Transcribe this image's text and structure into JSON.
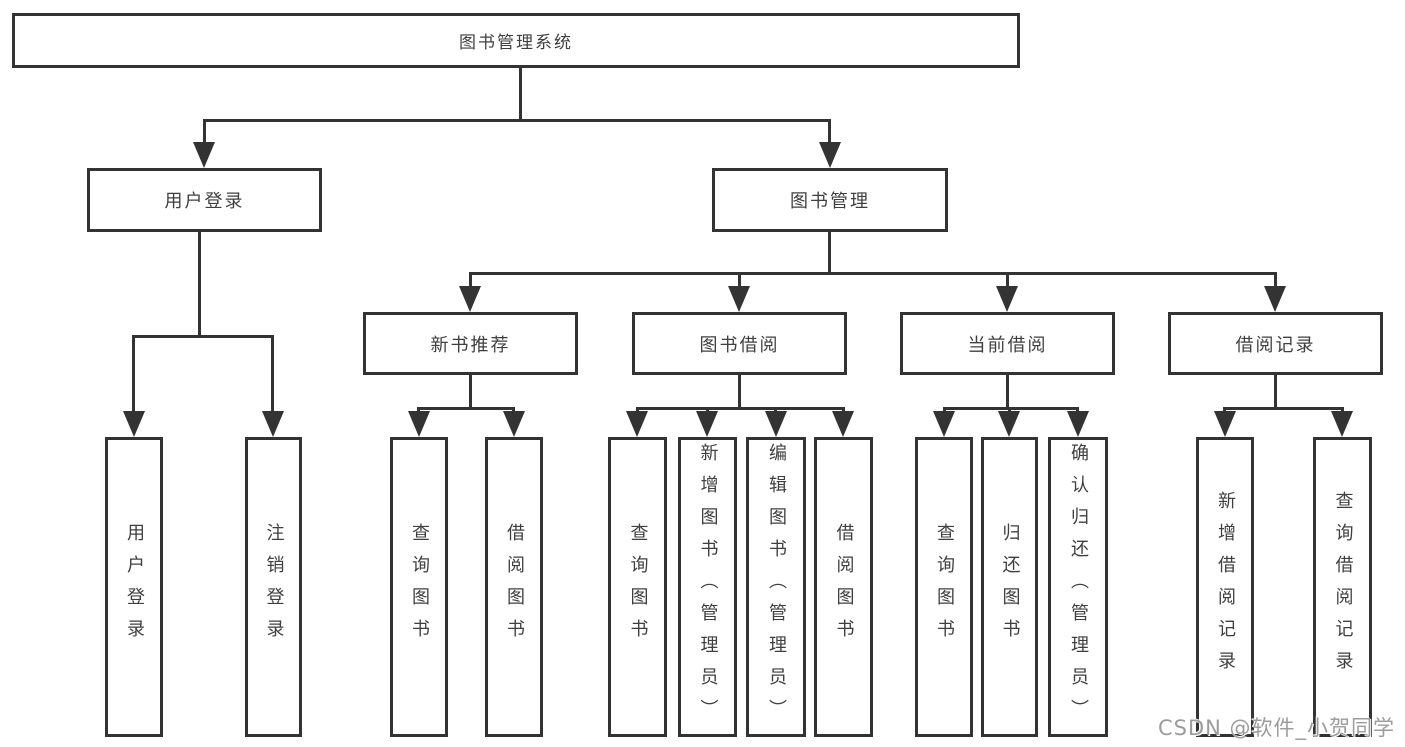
{
  "diagram": {
    "root": {
      "label": "图书管理系统"
    },
    "level2": [
      {
        "label": "用户登录"
      },
      {
        "label": "图书管理"
      }
    ],
    "level3": [
      {
        "label": "新书推荐"
      },
      {
        "label": "图书借阅"
      },
      {
        "label": "当前借阅"
      },
      {
        "label": "借阅记录"
      }
    ],
    "leaves": {
      "user_login": [
        {
          "label": "用户登录"
        },
        {
          "label": "注销登录"
        }
      ],
      "new_books": [
        {
          "label": "查询图书"
        },
        {
          "label": "借阅图书"
        }
      ],
      "book_borrow": [
        {
          "label": "查询图书"
        },
        {
          "label": "新增图书（管理员）"
        },
        {
          "label": "编辑图书（管理员）"
        },
        {
          "label": "借阅图书"
        }
      ],
      "current_borrow": [
        {
          "label": "查询图书"
        },
        {
          "label": "归还图书"
        },
        {
          "label": "确认归还（管理员）"
        }
      ],
      "borrow_records": [
        {
          "label": "新增借阅记录"
        },
        {
          "label": "查询借阅记录"
        }
      ]
    },
    "colors": {
      "line": "#333333",
      "text": "#3f3f3f",
      "box_bg": "#ffffff",
      "watermark": "#9c9c9c"
    }
  },
  "watermark": {
    "text": "CSDN @软件_小贺同学"
  }
}
